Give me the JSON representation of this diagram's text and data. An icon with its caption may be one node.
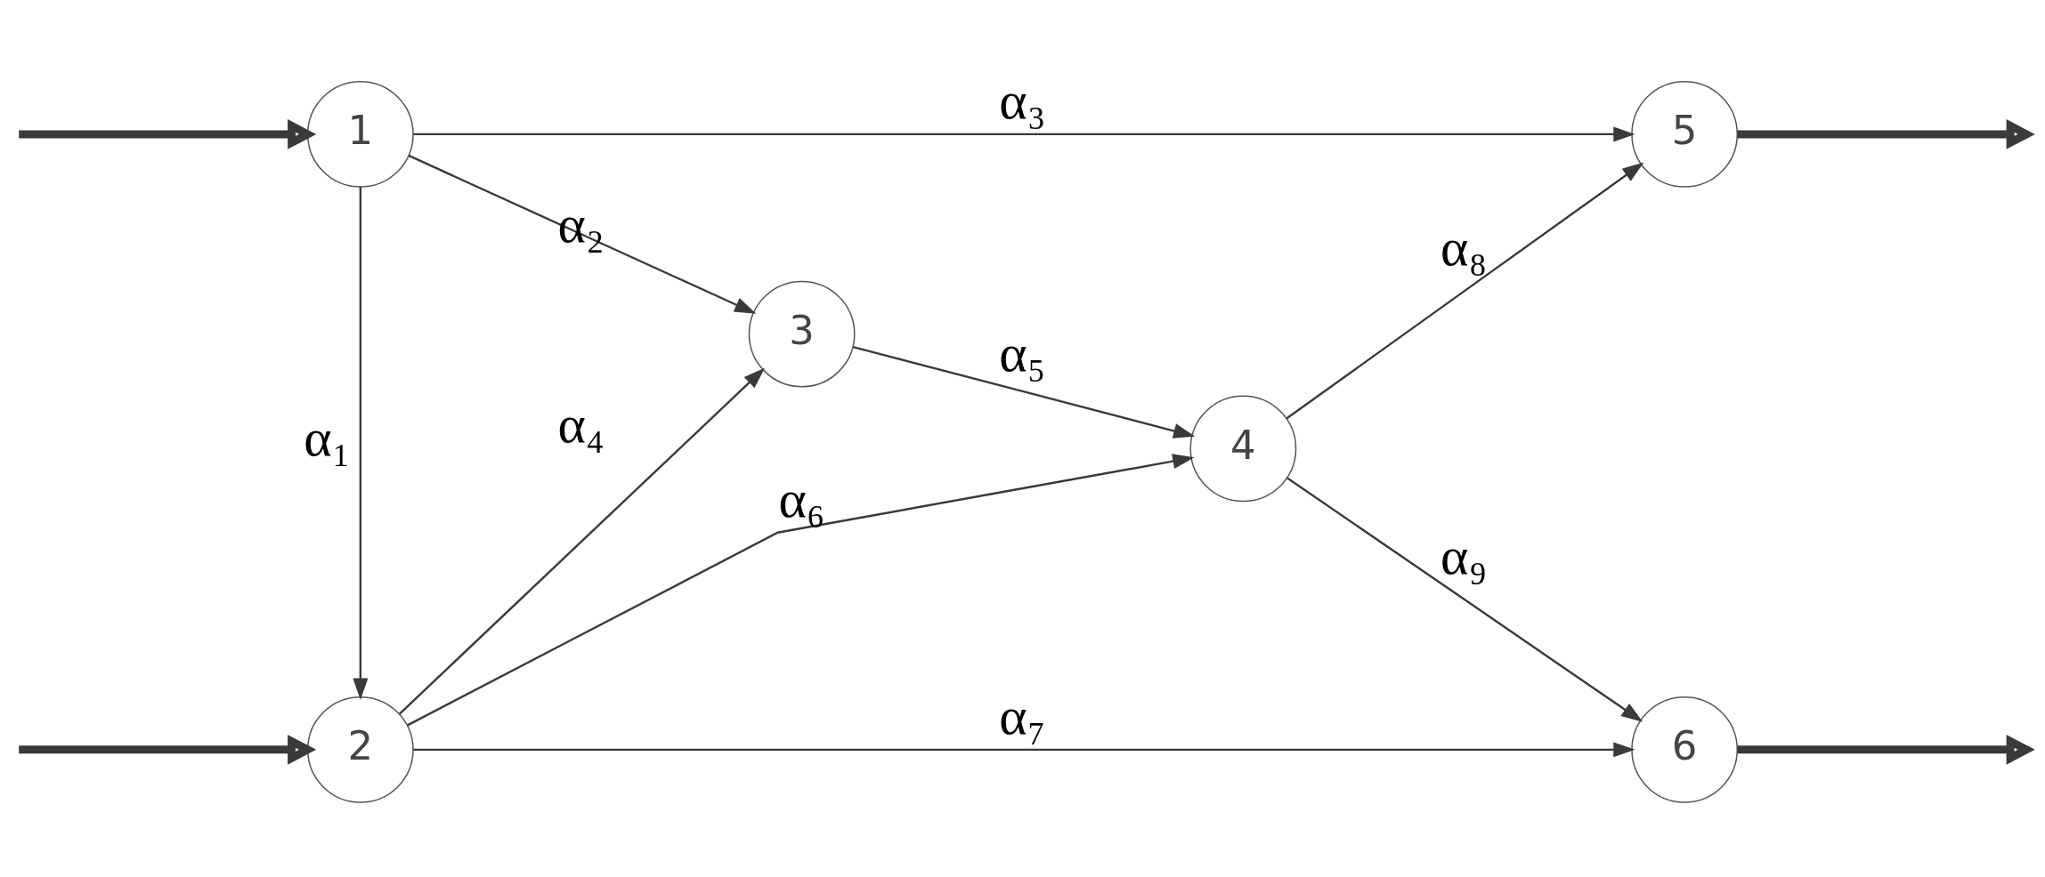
{
  "diagram": {
    "nodes": [
      {
        "text": [
          "1"
        ]
      },
      {
        "text": [
          "2"
        ]
      },
      {
        "text": [
          "3"
        ]
      },
      {
        "text": [
          "4"
        ]
      },
      {
        "text": [
          "5"
        ]
      },
      {
        "text": [
          "6"
        ]
      }
    ],
    "edges": [
      {
        "from": null,
        "to": 0,
        "arrow": "to",
        "style": "thick"
      },
      {
        "from": null,
        "to": 1,
        "arrow": "to",
        "style": "thick"
      },
      {
        "from": 0,
        "to": 1,
        "arrow": "to",
        "label": "α₁"
      },
      {
        "from": 0,
        "to": 2,
        "arrow": "to",
        "label": "α₂"
      },
      {
        "from": 0,
        "to": 4,
        "arrow": "to",
        "label": "α₃"
      },
      {
        "from": 1,
        "to": 2,
        "arrow": "to",
        "label": "α₄"
      },
      {
        "from": 2,
        "to": 3,
        "arrow": "to",
        "label": "α₅"
      },
      {
        "from": 1,
        "to": 3,
        "arrow": "to",
        "label": "α₆"
      },
      {
        "from": 1,
        "to": 5,
        "arrow": "to",
        "label": "α₇"
      },
      {
        "from": 3,
        "to": 4,
        "arrow": "to",
        "label": "α₈"
      },
      {
        "from": 3,
        "to": 5,
        "arrow": "to",
        "label": "α₉"
      },
      {
        "from": 4,
        "to": null,
        "arrow": "to",
        "style": "thick"
      },
      {
        "from": 5,
        "to": null,
        "arrow": "to",
        "style": "thick"
      }
    ]
  }
}
